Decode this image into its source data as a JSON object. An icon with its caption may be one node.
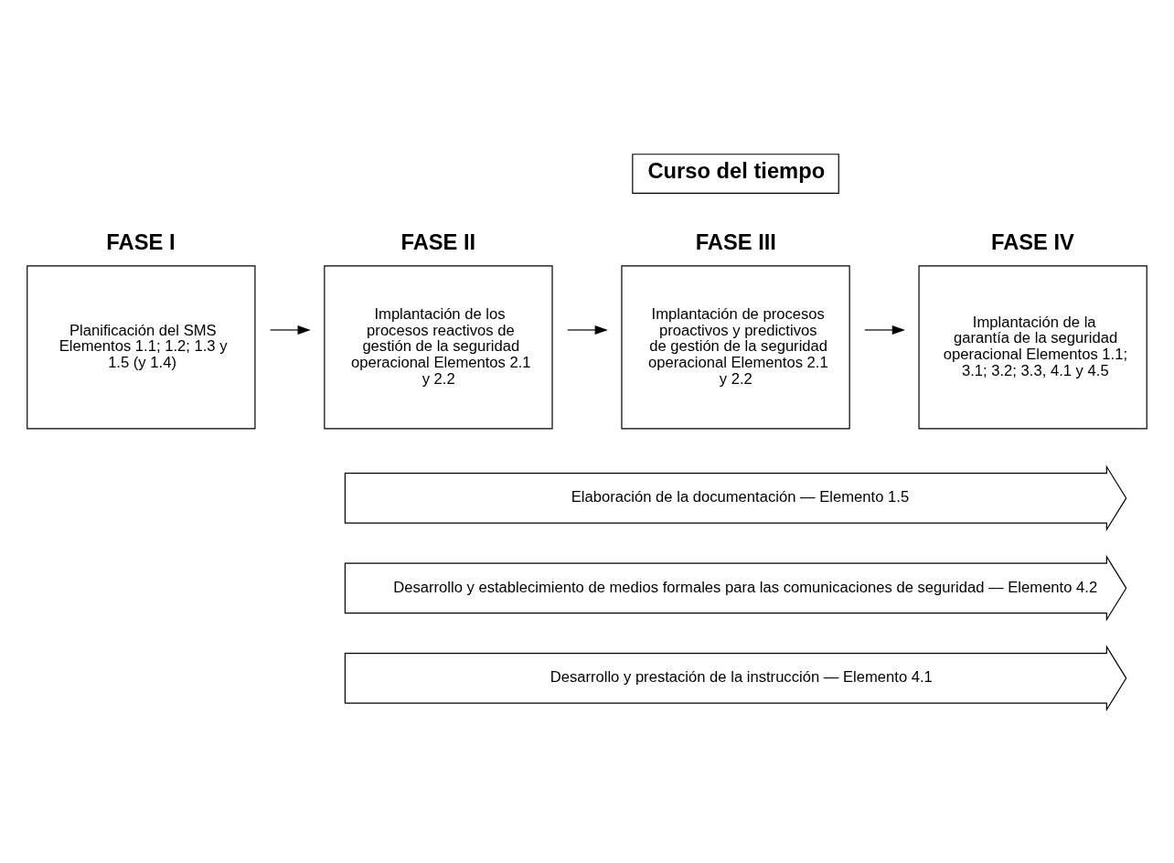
{
  "diagram": {
    "nodes": [
      {
        "text": [
          "Curso del tiempo"
        ]
      },
      {
        "text": [
          "FASE I",
          "Planificación del SMS Elementos 1.1; 1.2; 1.3 y 1.5 (y 1.4)"
        ]
      },
      {
        "text": [
          "FASE II",
          "Implantación de los procesos reactivos de gestión de la seguridad operacional Elementos 2.1 y 2.2"
        ]
      },
      {
        "text": [
          "FASE III",
          "Implantación de procesos proactivos y predictivos de gestión de la seguridad operacional Elementos 2.1 y 2.2"
        ]
      },
      {
        "text": [
          "FASE IV",
          "Implantación de la garantía de la seguridad operacional Elementos 1.1; 3.1; 3.2; 3.3, 4.1 y 4.5"
        ]
      },
      {
        "text": [
          "Elaboración de la documentación — Elemento 1.5"
        ]
      },
      {
        "text": [
          "Desarrollo y establecimiento de medios formales para las comunicaciones de seguridad — Elemento 4.2"
        ]
      },
      {
        "text": [
          "Desarrollo y prestación de la instrucción — Elemento 4.1"
        ]
      }
    ],
    "edges": [
      {
        "from": 1,
        "to": 2,
        "arrow": "to"
      },
      {
        "from": 2,
        "to": 3,
        "arrow": "to"
      },
      {
        "from": 3,
        "to": 4,
        "arrow": "to"
      }
    ]
  }
}
